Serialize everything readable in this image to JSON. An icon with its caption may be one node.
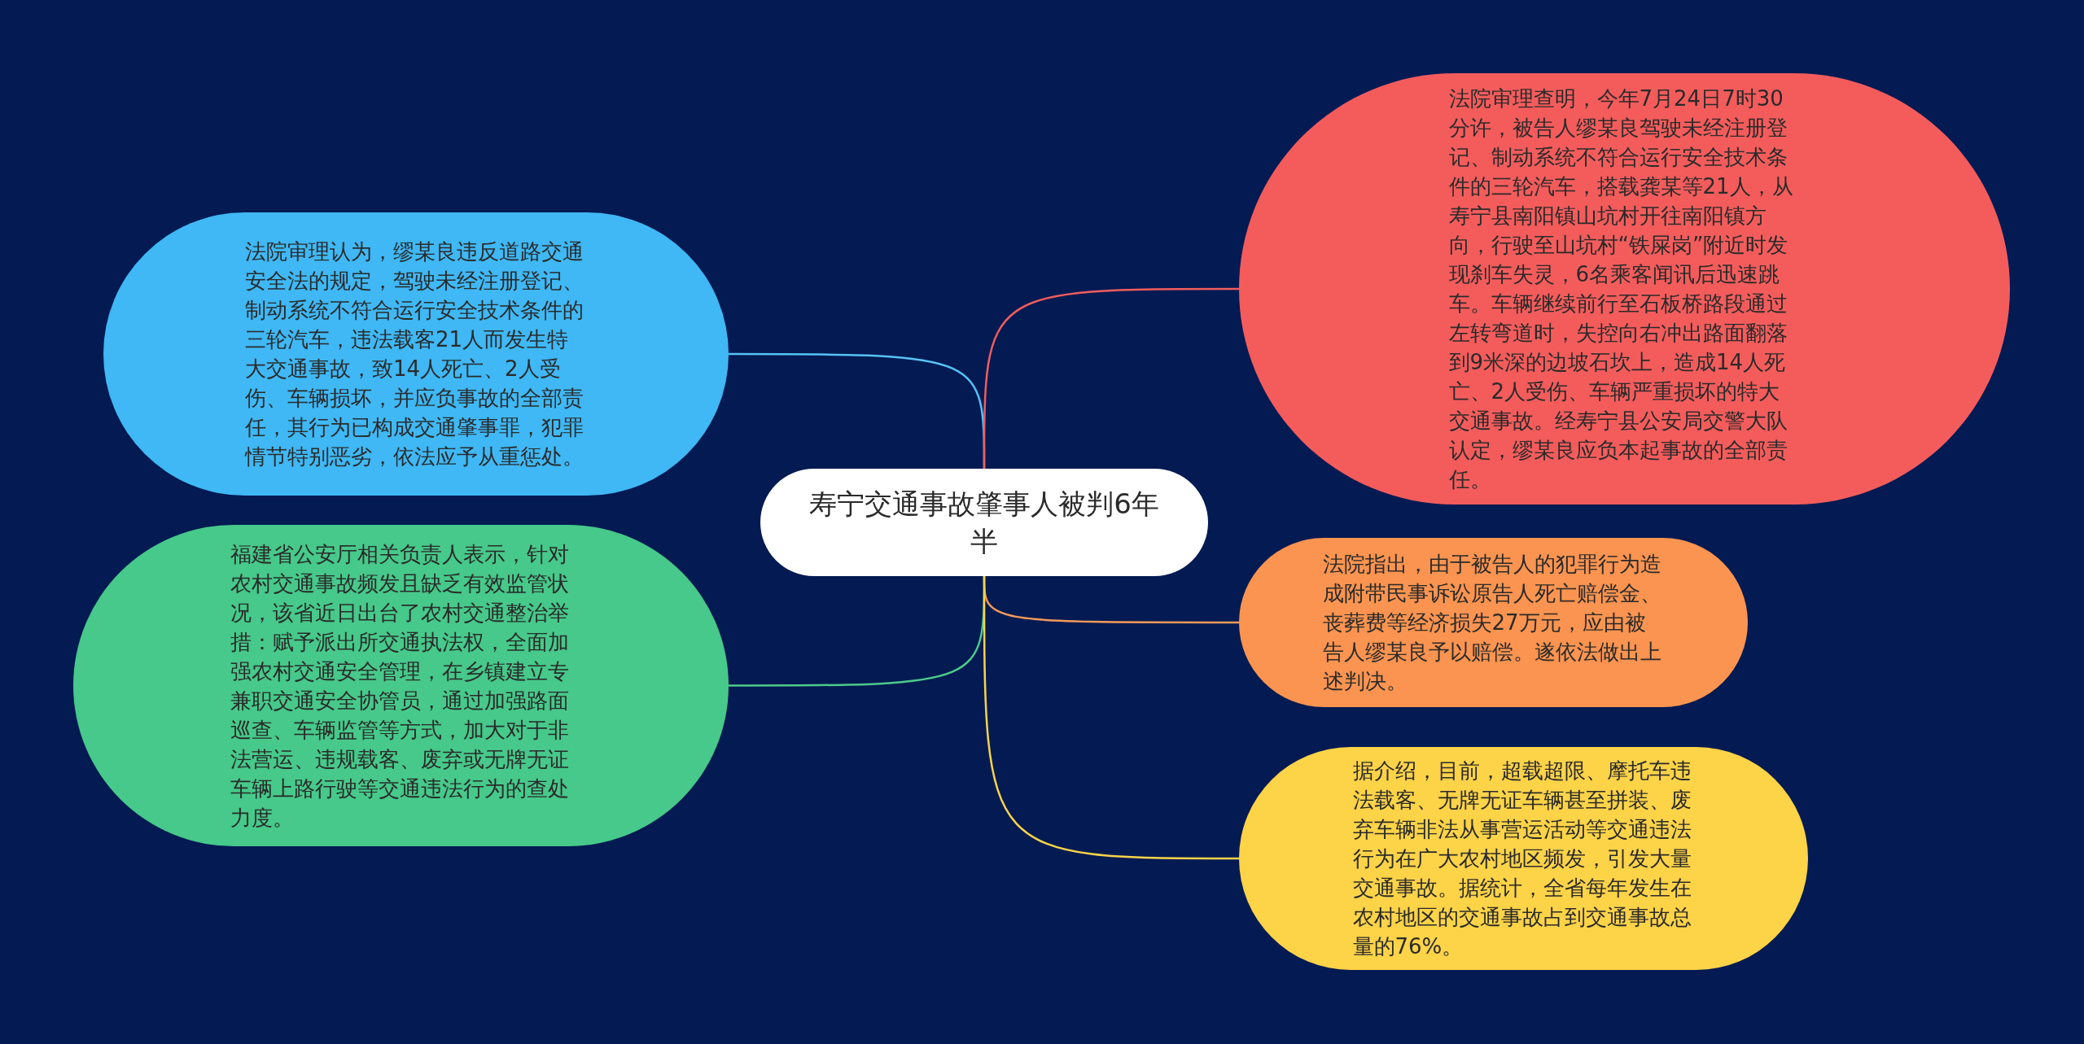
{
  "diagram": {
    "nodes": [
      {
        "text": [
          "寿宁交通事故肇事人被判6年半"
        ]
      },
      {
        "text": [
          "法院审理认为，缪某良违反道路交通安全法的规定，驾驶未经注册登记、制动系统不符合运行安全技术条件的三轮汽车，违法载客21人而发生特大交通事故，致14人死亡、2人受伤、车辆损坏，并应负事故的全部责任，其行为已构成交通肇事罪，犯罪情节特别恶劣，依法应予从重惩处。"
        ]
      },
      {
        "text": [
          "福建省公安厅相关负责人表示，针对农村交通事故频发且缺乏有效监管状况，该省近日出台了农村交通整治举措：赋予派出所交通执法权，全面加强农村交通安全管理，在乡镇建立专兼职交通安全协管员，通过加强路面巡查、车辆监管等方式，加大对于非法营运、违规载客、废弃或无牌无证车辆上路行驶等交通违法行为的查处力度。"
        ]
      },
      {
        "text": [
          "法院审理查明，今年7月24日7时30分许，被告人缪某良驾驶未经注册登记、制动系统不符合运行安全技术条件的三轮汽车，搭载龚某等21人，从寿宁县南阳镇山坑村开往南阳镇方向，行驶至山坑村“铁屎岗”附近时发现刹车失灵，6名乘客闻讯后迅速跳车。车辆继续前行至石板桥路段通过左转弯道时，失控向右冲出路面翻落到9米深的边坡石坎上，造成14人死亡、2人受伤、车辆严重损坏的特大交通事故。经寿宁县公安局交警大队认定，缪某良应负本起事故的全部责任。"
        ]
      },
      {
        "text": [
          "法院指出，由于被告人的犯罪行为造成附带民事诉讼原告人死亡赔偿金、丧葬费等经济损失27万元，应由被告人缪某良予以赔偿。遂依法做出上述判决。"
        ]
      },
      {
        "text": [
          "据介绍，目前，超载超限、摩托车违法载客、无牌无证车辆甚至拼装、废弃车辆非法从事营运活动等交通违法行为在广大农村地区频发，引发大量交通事故。据统计，全省每年发生在农村地区的交通事故占到交通事故总量的76%。"
        ]
      }
    ],
    "edges": [
      {
        "from": 0,
        "to": 1,
        "arrow": "none",
        "color": "#56c2f5"
      },
      {
        "from": 0,
        "to": 2,
        "arrow": "none",
        "color": "#4dcb8a"
      },
      {
        "from": 0,
        "to": 3,
        "arrow": "none",
        "color": "#f05d5d"
      },
      {
        "from": 0,
        "to": 4,
        "arrow": "none",
        "color": "#f59a5a"
      },
      {
        "from": 0,
        "to": 5,
        "arrow": "none",
        "color": "#f7d44a"
      }
    ]
  }
}
